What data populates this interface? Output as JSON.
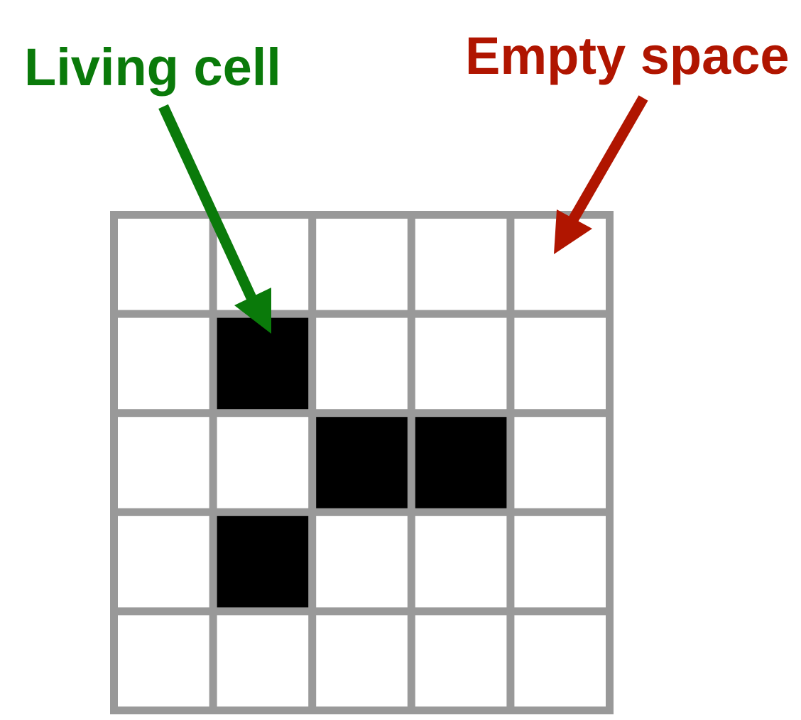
{
  "labels": {
    "living": "Living cell",
    "empty": "Empty space"
  },
  "colors": {
    "living_label": "#0a7a0a",
    "empty_label": "#b01500",
    "grid_line": "#999999",
    "live_cell": "#000000",
    "empty_cell": "#ffffff"
  },
  "grid": {
    "rows": 5,
    "cols": 5,
    "cells": [
      [
        0,
        0,
        0,
        0,
        0
      ],
      [
        0,
        1,
        0,
        0,
        0
      ],
      [
        0,
        0,
        1,
        1,
        0
      ],
      [
        0,
        1,
        0,
        0,
        0
      ],
      [
        0,
        0,
        0,
        0,
        0
      ]
    ]
  }
}
